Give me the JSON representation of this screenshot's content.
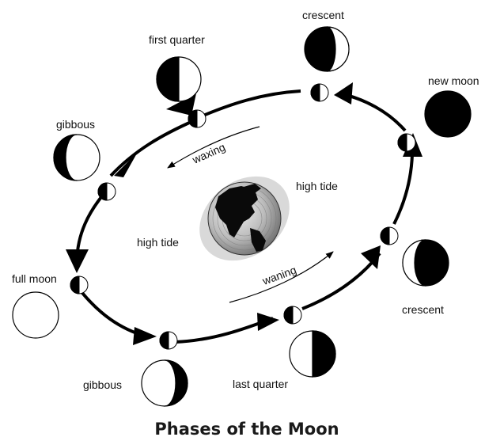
{
  "title": "Phases of the Moon",
  "labels": {
    "crescent_top": "crescent",
    "first_quarter": "first quarter",
    "new_moon": "new moon",
    "gibbous_left": "gibbous",
    "high_tide_right": "high tide",
    "waxing": "waxing",
    "high_tide_left": "high tide",
    "full_moon": "full moon",
    "waning": "waning",
    "crescent_bottom": "crescent",
    "gibbous_bottom": "gibbous",
    "last_quarter": "last quarter"
  },
  "colors": {
    "moon_dark": "#000000",
    "moon_light": "#ffffff",
    "tide_bulge": "#d9d9d9",
    "ocean": "#b5b5b5",
    "land": "#0a0a0a",
    "orbit": "#000000"
  },
  "icons": {
    "earth": "earth-globe-icon",
    "orbit_arrow": "arrowhead-icon",
    "moon_phase": "moon-phase-icon"
  }
}
